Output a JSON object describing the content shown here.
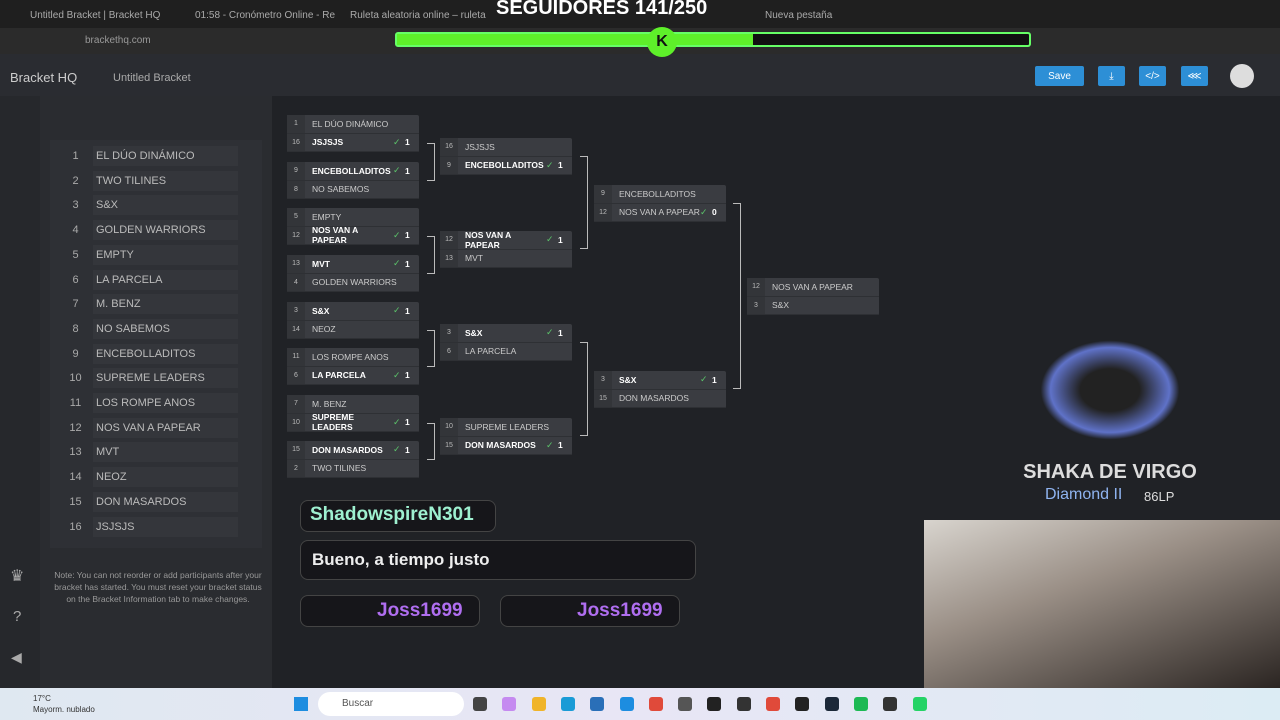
{
  "browser": {
    "tabs": [
      "Untitled Bracket | Bracket HQ",
      "01:58 - Cronómetro Online - Re",
      "Ruleta aleatoria online – ruleta",
      "Nueva pestaña"
    ],
    "url": "brackethq.com"
  },
  "app": {
    "brand": "Bracket HQ",
    "bracket_title": "Untitled Bracket",
    "save": "Save"
  },
  "participants": [
    "EL DÚO DINÁMICO",
    "TWO TILINES",
    "S&X",
    "GOLDEN WARRIORS",
    "EMPTY",
    "LA PARCELA",
    "M. BENZ",
    "NO SABEMOS",
    "ENCEBOLLADITOS",
    "SUPREME LEADERS",
    "LOS ROMPE ANOS",
    "NOS VAN A PAPEAR",
    "MVT",
    "NEOZ",
    "DON MASARDOS",
    "JSJSJS"
  ],
  "note": "Note: You can not reorder or add participants after your bracket has started. You must reset your bracket status on the Bracket Information tab to make changes.",
  "rounds": [
    [
      [
        [
          "1",
          "EL DÚO DINÁMICO",
          ""
        ],
        [
          "16",
          "JSJSJS",
          "1"
        ]
      ],
      [
        [
          "9",
          "ENCEBOLLADITOS",
          "1"
        ],
        [
          "8",
          "NO SABEMOS",
          ""
        ]
      ],
      [
        [
          "5",
          "EMPTY",
          ""
        ],
        [
          "12",
          "NOS VAN A PAPEAR",
          "1"
        ]
      ],
      [
        [
          "13",
          "MVT",
          "1"
        ],
        [
          "4",
          "GOLDEN WARRIORS",
          ""
        ]
      ],
      [
        [
          "3",
          "S&X",
          "1"
        ],
        [
          "14",
          "NEOZ",
          ""
        ]
      ],
      [
        [
          "11",
          "LOS ROMPE ANOS",
          ""
        ],
        [
          "6",
          "LA PARCELA",
          "1"
        ]
      ],
      [
        [
          "7",
          "M. BENZ",
          ""
        ],
        [
          "10",
          "SUPREME LEADERS",
          "1"
        ]
      ],
      [
        [
          "15",
          "DON MASARDOS",
          "1"
        ],
        [
          "2",
          "TWO TILINES",
          ""
        ]
      ]
    ],
    [
      [
        [
          "16",
          "JSJSJS",
          ""
        ],
        [
          "9",
          "ENCEBOLLADITOS",
          "1"
        ]
      ],
      [
        [
          "12",
          "NOS VAN A PAPEAR",
          "1"
        ],
        [
          "13",
          "MVT",
          ""
        ]
      ],
      [
        [
          "3",
          "S&X",
          "1"
        ],
        [
          "6",
          "LA PARCELA",
          ""
        ]
      ],
      [
        [
          "10",
          "SUPREME LEADERS",
          ""
        ],
        [
          "15",
          "DON MASARDOS",
          "1"
        ]
      ]
    ],
    [
      [
        [
          "9",
          "ENCEBOLLADITOS",
          ""
        ],
        [
          "12",
          "NOS VAN A PAPEAR",
          "0"
        ]
      ],
      [
        [
          "3",
          "S&X",
          "1"
        ],
        [
          "15",
          "DON MASARDOS",
          ""
        ]
      ]
    ],
    [
      [
        [
          "12",
          "NOS VAN A PAPEAR",
          ""
        ],
        [
          "3",
          "S&X",
          ""
        ]
      ]
    ]
  ],
  "overlay": {
    "followers": "SEGUIDORES 141/250",
    "followers_progress": 0.564,
    "chat_user1": "ShadowspireN301",
    "chat_msg1": "Bueno, a tiempo justo",
    "chat_user2": "Joss1699",
    "chat_user3": "Joss1699",
    "rank_name": "SHAKA DE VIRGO",
    "rank_tier": "Diamond II",
    "rank_lp": "86LP"
  },
  "taskbar": {
    "temp": "17°C",
    "weather": "Mayorm. nublado",
    "search": "Buscar"
  },
  "colors": {
    "accent": "#2d8fd6",
    "progress": "#5ef02a",
    "check": "#5cc46a"
  }
}
